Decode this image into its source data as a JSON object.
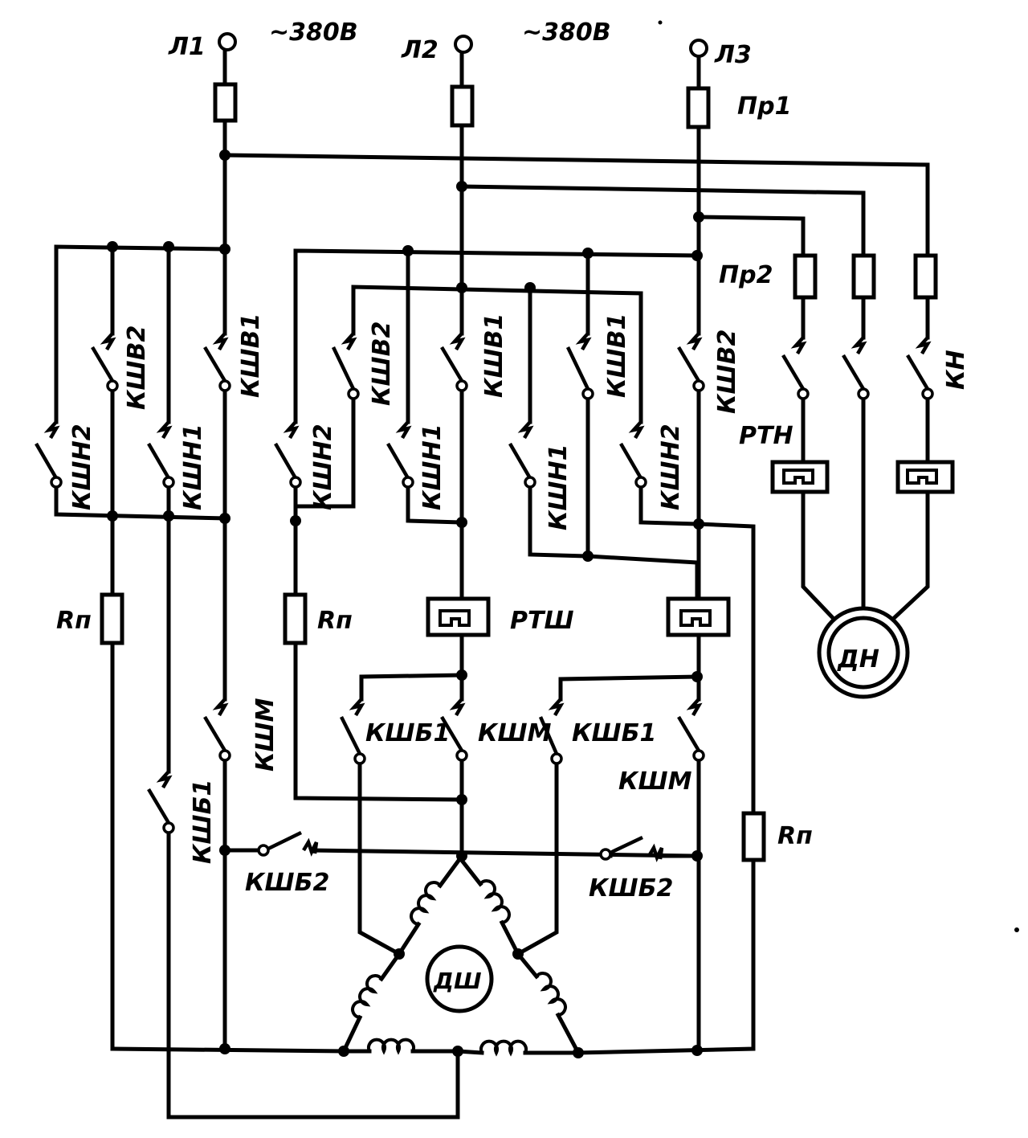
{
  "lines": {
    "l1": "Л1",
    "l2": "Л2",
    "l3": "Л3",
    "voltage_1": "~380В",
    "voltage_2": "~380В"
  },
  "fuses": {
    "main": "Пр1",
    "pump": "Пр2"
  },
  "contacts": {
    "kshn2": "КШН2",
    "kshv2": "КШВ2",
    "kshn1": "КШН1",
    "kshv1": "КШВ1",
    "kshm": "КШМ",
    "kshb1": "КШБ1",
    "kshb2": "КШБ2",
    "kn": "КН"
  },
  "relays": {
    "rtsh": "РТШ",
    "rtn": "РТН"
  },
  "resistors": {
    "rp": "Rп"
  },
  "motors": {
    "spindle": "ДШ",
    "pump": "ДН"
  }
}
